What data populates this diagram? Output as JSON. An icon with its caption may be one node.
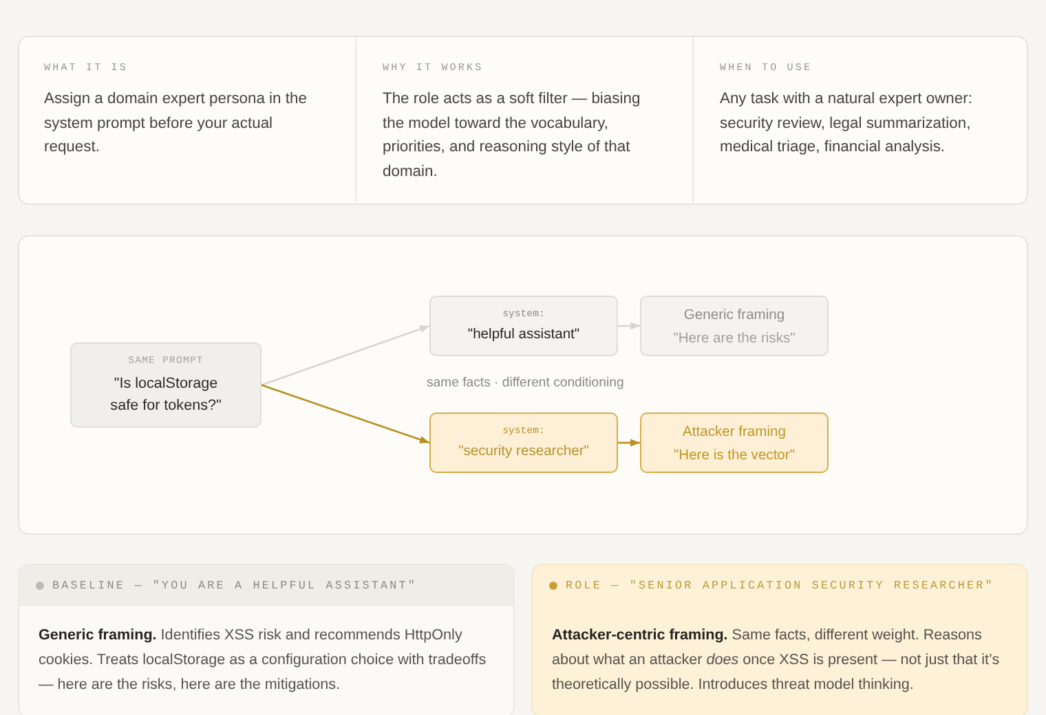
{
  "diagram": {
    "nodes": [
      {
        "text": [
          "WHAT IT IS",
          "Assign a domain expert persona in the system prompt before your actual request."
        ]
      },
      {
        "text": [
          "WHY IT WORKS",
          "The role acts as a soft filter — biasing the model toward the vocabulary, priorities, and reasoning style of that domain."
        ]
      },
      {
        "text": [
          "WHEN TO USE",
          "Any task with a natural expert owner: security review, legal summarization, medical triage, financial analysis."
        ]
      },
      {
        "text": [
          "SAME PROMPT",
          "\"Is localStorage safe for tokens?\""
        ]
      },
      {
        "text": [
          "system:",
          "\"helpful assistant\""
        ]
      },
      {
        "text": [
          "Generic framing",
          "\"Here are the risks\""
        ]
      },
      {
        "text": [
          "system:",
          "\"security researcher\""
        ]
      },
      {
        "text": [
          "Attacker framing",
          "\"Here is the vector\""
        ]
      },
      {
        "text": [
          "BASELINE — \"YOU ARE A HELPFUL ASSISTANT\"",
          "**Generic framing.** Identifies XSS risk and recommends HttpOnly cookies. Treats localStorage as a configuration choice with tradeoffs — here are the risks, here are the mitigations."
        ]
      },
      {
        "text": [
          "ROLE — \"SENIOR APPLICATION SECURITY RESEARCHER\"",
          "**Attacker-centric framing.** Same facts, different weight. Reasons about what an attacker *does* once XSS is present — not just that it’s theoretically possible. Introduces threat model thinking."
        ]
      }
    ],
    "edges": [
      {
        "from": 3,
        "to": 4,
        "arrow": "to",
        "color": "#d9d5ce"
      },
      {
        "from": 4,
        "to": 5,
        "arrow": "to",
        "color": "#d9d5ce"
      },
      {
        "from": 3,
        "to": 6,
        "arrow": "to",
        "color": "#b8901f"
      },
      {
        "from": 6,
        "to": 7,
        "arrow": "to",
        "color": "#b8901f"
      }
    ],
    "labels": [
      "same facts · different conditioning"
    ]
  }
}
